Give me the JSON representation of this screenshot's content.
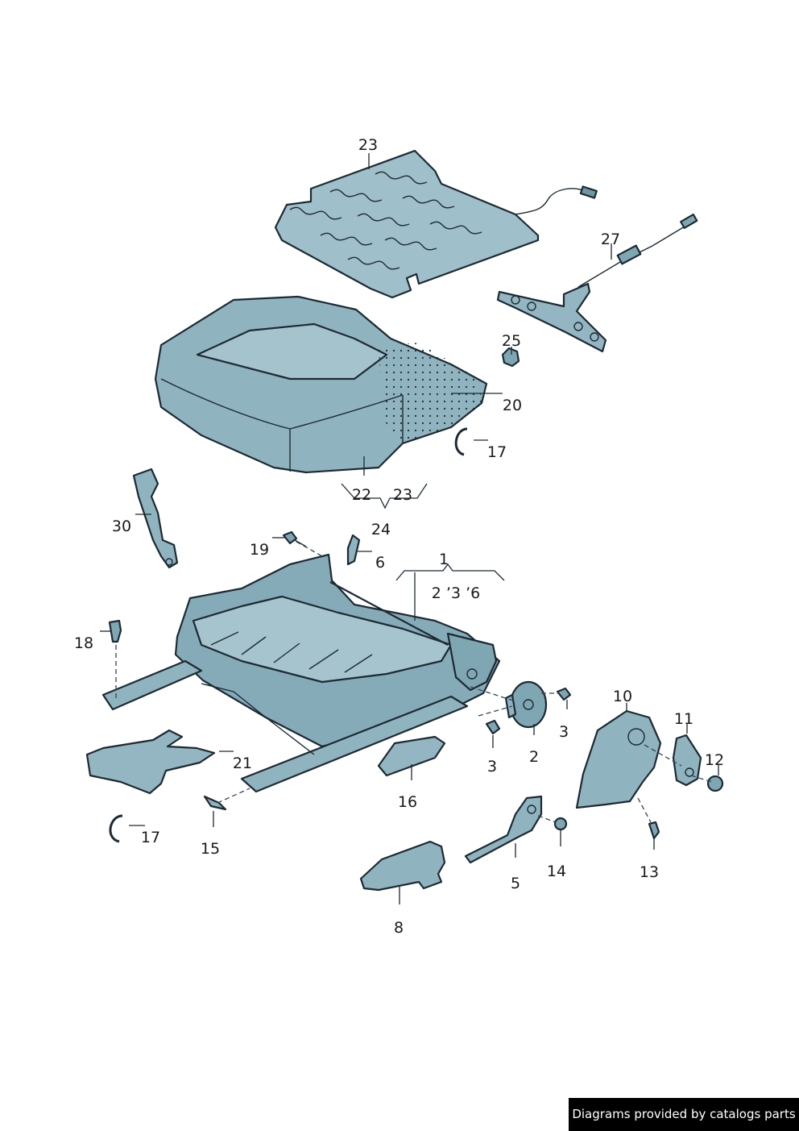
{
  "colors": {
    "part_fill": "#93b6c2",
    "part_fill_light": "#b3ccd5",
    "part_fill_dark": "#6f96a4",
    "outline": "#1d2a33",
    "background": "#ffffff"
  },
  "callouts": {
    "c1": "1",
    "c1_sub": "2 ’3 ’6",
    "c2": "2",
    "c3a": "3",
    "c3b": "3",
    "c5": "5",
    "c6": "6",
    "c8": "8",
    "c10": "10",
    "c11": "11",
    "c12": "12",
    "c13": "13",
    "c14": "14",
    "c15": "15",
    "c16": "16",
    "c17a": "17",
    "c17b": "17",
    "c18": "18",
    "c19": "19",
    "c20": "20",
    "c21": "21",
    "c22": "22",
    "c23a": "23",
    "c23b": "23",
    "c24": "24",
    "c25": "25",
    "c27": "27",
    "c30": "30"
  },
  "credit": "Diagrams provided by catalogs parts"
}
